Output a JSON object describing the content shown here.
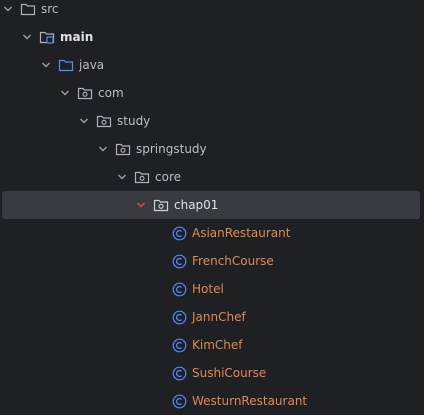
{
  "project_tree": {
    "accent_colors": {
      "background": "#1f2023",
      "selected_row": "#393b40",
      "text": "#bcbec4",
      "class_name": "#e08855",
      "class_icon": "#548af7",
      "expanded_chevron_active": "#e0445c"
    },
    "nodes": [
      {
        "label": "src",
        "icon": "folder-icon",
        "expanded": true
      },
      {
        "label": "main",
        "icon": "source-root-folder-icon",
        "expanded": true
      },
      {
        "label": "java",
        "icon": "source-folder-icon",
        "expanded": true
      },
      {
        "label": "com",
        "icon": "package-icon",
        "expanded": true
      },
      {
        "label": "study",
        "icon": "package-icon",
        "expanded": true
      },
      {
        "label": "springstudy",
        "icon": "package-icon",
        "expanded": true
      },
      {
        "label": "core",
        "icon": "package-icon",
        "expanded": true
      },
      {
        "label": "chap01",
        "icon": "package-icon",
        "expanded": true,
        "selected": true
      },
      {
        "label": "AsianRestaurant",
        "icon": "class-icon"
      },
      {
        "label": "FrenchCourse",
        "icon": "class-icon"
      },
      {
        "label": "Hotel",
        "icon": "class-icon"
      },
      {
        "label": "JannChef",
        "icon": "class-icon"
      },
      {
        "label": "KimChef",
        "icon": "class-icon"
      },
      {
        "label": "SushiCourse",
        "icon": "class-icon"
      },
      {
        "label": "WesturnRestaurant",
        "icon": "class-icon"
      }
    ]
  }
}
